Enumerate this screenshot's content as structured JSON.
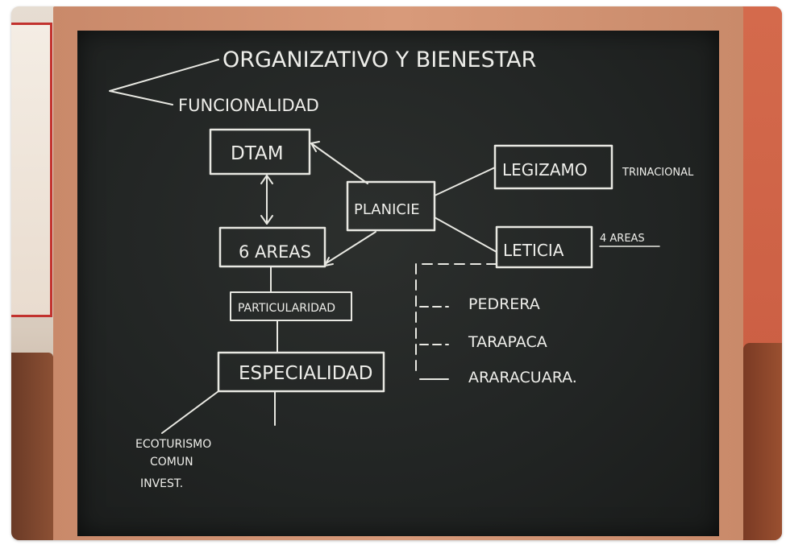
{
  "board": {
    "title": "ORGANIZATIVO Y BIENESTAR",
    "subtitle": "FUNCIONALIDAD",
    "nodes": {
      "dtam": "DTAM",
      "planicie": "PLANICIE",
      "legizamo": "LEGIZAMO",
      "leticia": "LETICIA",
      "areas": "6 AREAS",
      "particularidad": "PARTICULARIDAD",
      "especialidad": "ESPECIALIDAD"
    },
    "notes": {
      "legizamo_note": "TRINACIONAL",
      "leticia_note": "4 AREAS"
    },
    "sub_places": [
      "PEDRERA",
      "TARAPACA",
      "ARARACUARA."
    ],
    "especialidad_items": [
      "ECOTURISMO",
      "COMUN",
      "INVEST."
    ]
  },
  "colors": {
    "chalk": "#eeeeea",
    "board": "#222524",
    "frame": "#d89a7a",
    "wall_right": "#c85a40"
  }
}
